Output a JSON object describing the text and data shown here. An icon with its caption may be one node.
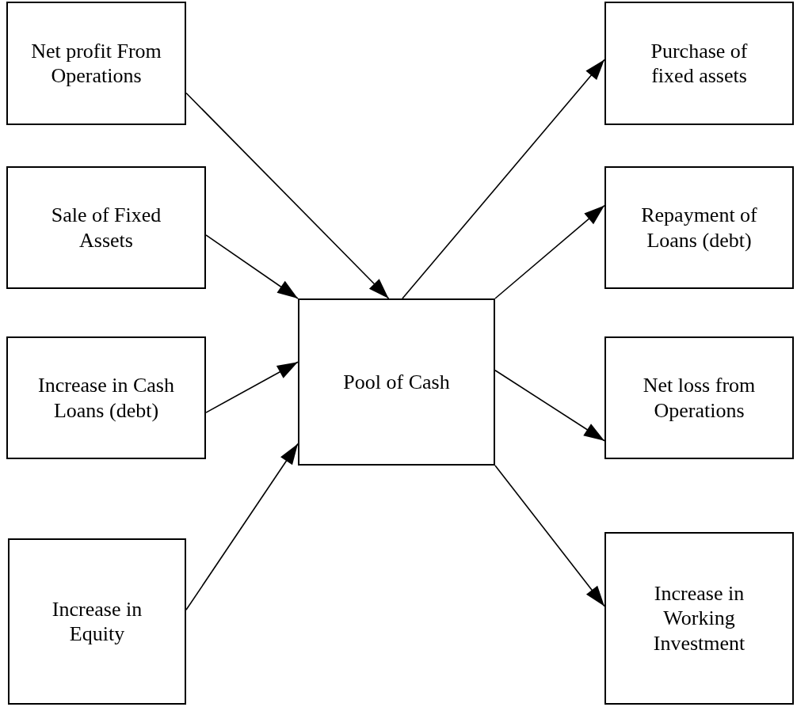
{
  "diagram": {
    "nodes": [
      {
        "text": [
          "Net profit From Operations"
        ]
      },
      {
        "text": [
          "Sale of Fixed Assets"
        ]
      },
      {
        "text": [
          "Increase in Cash Loans (debt)"
        ]
      },
      {
        "text": [
          "Increase in Equity"
        ]
      },
      {
        "text": [
          "Pool of Cash"
        ]
      },
      {
        "text": [
          "Purchase of fixed assets"
        ]
      },
      {
        "text": [
          "Repayment of Loans (debt)"
        ]
      },
      {
        "text": [
          "Net loss from Operations"
        ]
      },
      {
        "text": [
          "Increase in Working Investment"
        ]
      }
    ],
    "edges": [
      {
        "from": 0,
        "to": 4,
        "arrow": "to"
      },
      {
        "from": 1,
        "to": 4,
        "arrow": "to"
      },
      {
        "from": 2,
        "to": 4,
        "arrow": "to"
      },
      {
        "from": 3,
        "to": 4,
        "arrow": "to"
      },
      {
        "from": 4,
        "to": 5,
        "arrow": "to"
      },
      {
        "from": 4,
        "to": 6,
        "arrow": "to"
      },
      {
        "from": 4,
        "to": 7,
        "arrow": "to"
      },
      {
        "from": 4,
        "to": 8,
        "arrow": "to"
      }
    ]
  }
}
